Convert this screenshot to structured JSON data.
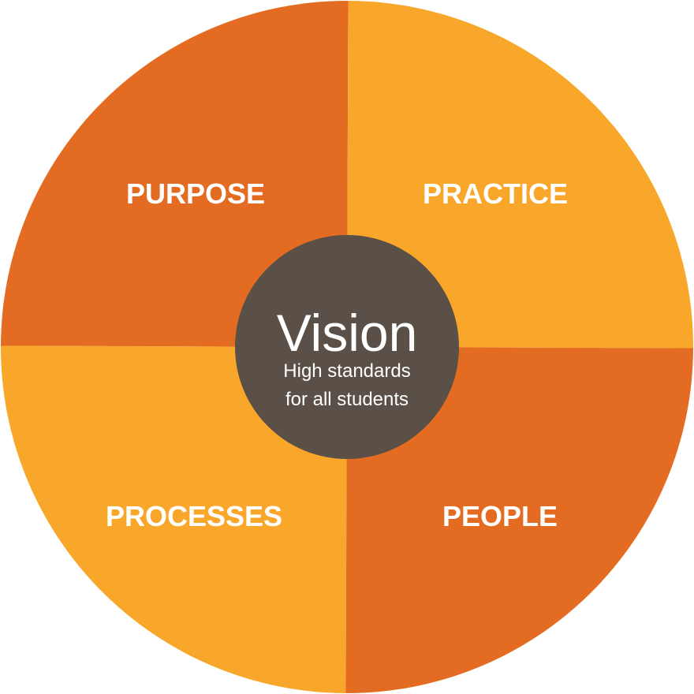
{
  "colors": {
    "dark_orange": "#E46C22",
    "light_orange": "#F9A72B",
    "center": "#5A5047",
    "text": "#FFFFFF"
  },
  "quadrants": {
    "top_left": {
      "label": "PURPOSE",
      "color": "dark_orange"
    },
    "top_right": {
      "label": "PRACTICE",
      "color": "light_orange"
    },
    "bottom_left": {
      "label": "PROCESSES",
      "color": "light_orange"
    },
    "bottom_right": {
      "label": "PEOPLE",
      "color": "dark_orange"
    }
  },
  "center": {
    "title": "Vision",
    "subtitle_line1": "High standards",
    "subtitle_line2": "for all students"
  }
}
